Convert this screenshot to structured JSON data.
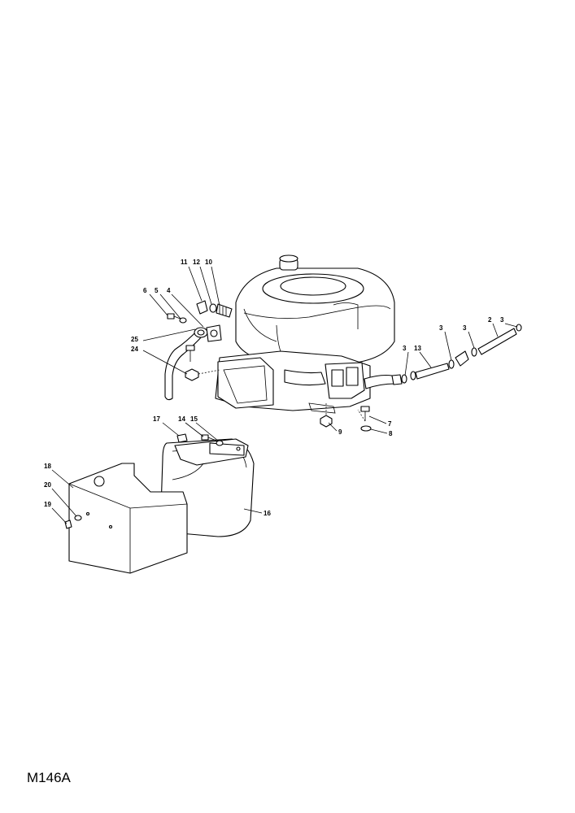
{
  "drawing_code": "M146A",
  "callouts": [
    {
      "id": "c11",
      "label": "11"
    },
    {
      "id": "c12",
      "label": "12"
    },
    {
      "id": "c10",
      "label": "10"
    },
    {
      "id": "c6",
      "label": "6"
    },
    {
      "id": "c5",
      "label": "5"
    },
    {
      "id": "c4",
      "label": "4"
    },
    {
      "id": "c25",
      "label": "25"
    },
    {
      "id": "c24",
      "label": "24"
    },
    {
      "id": "c2",
      "label": "2"
    },
    {
      "id": "c3a",
      "label": "3"
    },
    {
      "id": "c3b",
      "label": "3"
    },
    {
      "id": "c3c",
      "label": "3"
    },
    {
      "id": "c3d",
      "label": "3"
    },
    {
      "id": "c13",
      "label": "13"
    },
    {
      "id": "c7",
      "label": "7"
    },
    {
      "id": "c8",
      "label": "8"
    },
    {
      "id": "c9",
      "label": "9"
    },
    {
      "id": "c17",
      "label": "17"
    },
    {
      "id": "c14",
      "label": "14"
    },
    {
      "id": "c15",
      "label": "15"
    },
    {
      "id": "c16",
      "label": "16"
    },
    {
      "id": "c18",
      "label": "18"
    },
    {
      "id": "c20",
      "label": "20"
    },
    {
      "id": "c19",
      "label": "19"
    }
  ]
}
